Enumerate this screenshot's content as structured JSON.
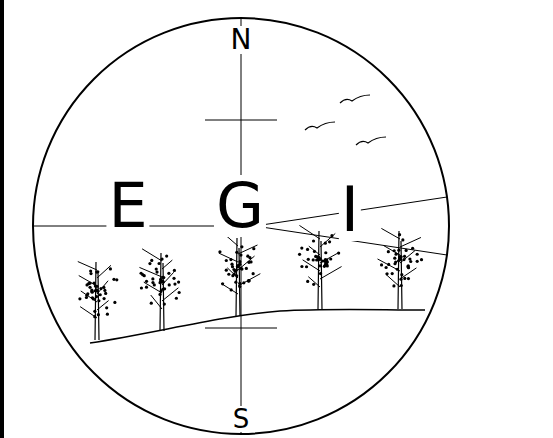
{
  "diagram": {
    "labels": [
      "N",
      "E",
      "G",
      "I",
      "S"
    ]
  }
}
